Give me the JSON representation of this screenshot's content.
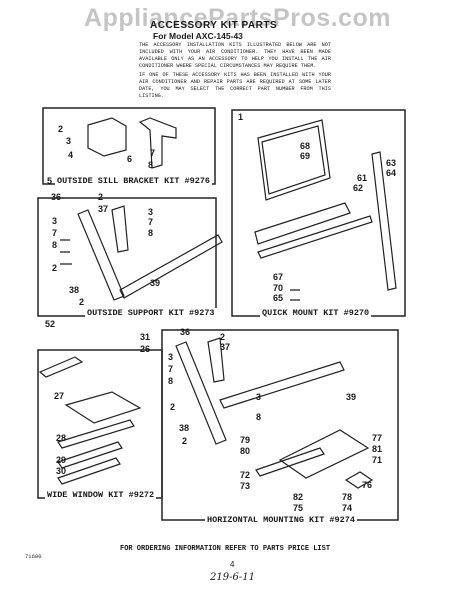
{
  "watermark": "AppliancePartsPros.com",
  "header": {
    "title": "ACCESSORY KIT PARTS",
    "model": "For Model AXC-145-43"
  },
  "paragraphs": {
    "p1": "The accessory installation kits illustrated below are not included with your air conditioner. They have been made available only as an accessory to help you install the air conditioner where special circumstances may require them.",
    "p2": "If one of these accessory kits has been installed with your air conditioner and repair parts are required at some later date, you may select the correct part number from this listing."
  },
  "kits": {
    "sill_bracket": "OUTSIDE SILL BRACKET KIT #9276",
    "support": "OUTSIDE SUPPORT KIT #9273",
    "quick_mount": "QUICK MOUNT KIT #9270",
    "wide_window": "WIDE WINDOW KIT #9272",
    "horizontal": "HORIZONTAL MOUNTING KIT #9274"
  },
  "callouts": {
    "sill": [
      "2",
      "3",
      "4",
      "5",
      "6",
      "7",
      "8"
    ],
    "quick": [
      "1",
      "68",
      "69",
      "63",
      "64",
      "61",
      "62",
      "67",
      "70",
      "65"
    ],
    "support": [
      "36",
      "2",
      "37",
      "3",
      "7",
      "8",
      "3",
      "7",
      "8",
      "2",
      "38",
      "39",
      "2",
      "52"
    ],
    "wide": [
      "31",
      "26",
      "27",
      "28",
      "29",
      "30"
    ],
    "horizontal": [
      "36",
      "2",
      "37",
      "3",
      "7",
      "8",
      "2",
      "3",
      "8",
      "39",
      "38",
      "2",
      "79",
      "80",
      "77",
      "81",
      "71",
      "72",
      "73",
      "82",
      "75",
      "78",
      "76",
      "74"
    ]
  },
  "footer": {
    "ordering": "FOR ORDERING INFORMATION REFER TO PARTS PRICE LIST",
    "page": "4",
    "code": "71600",
    "handwritten": "219-6-11"
  }
}
